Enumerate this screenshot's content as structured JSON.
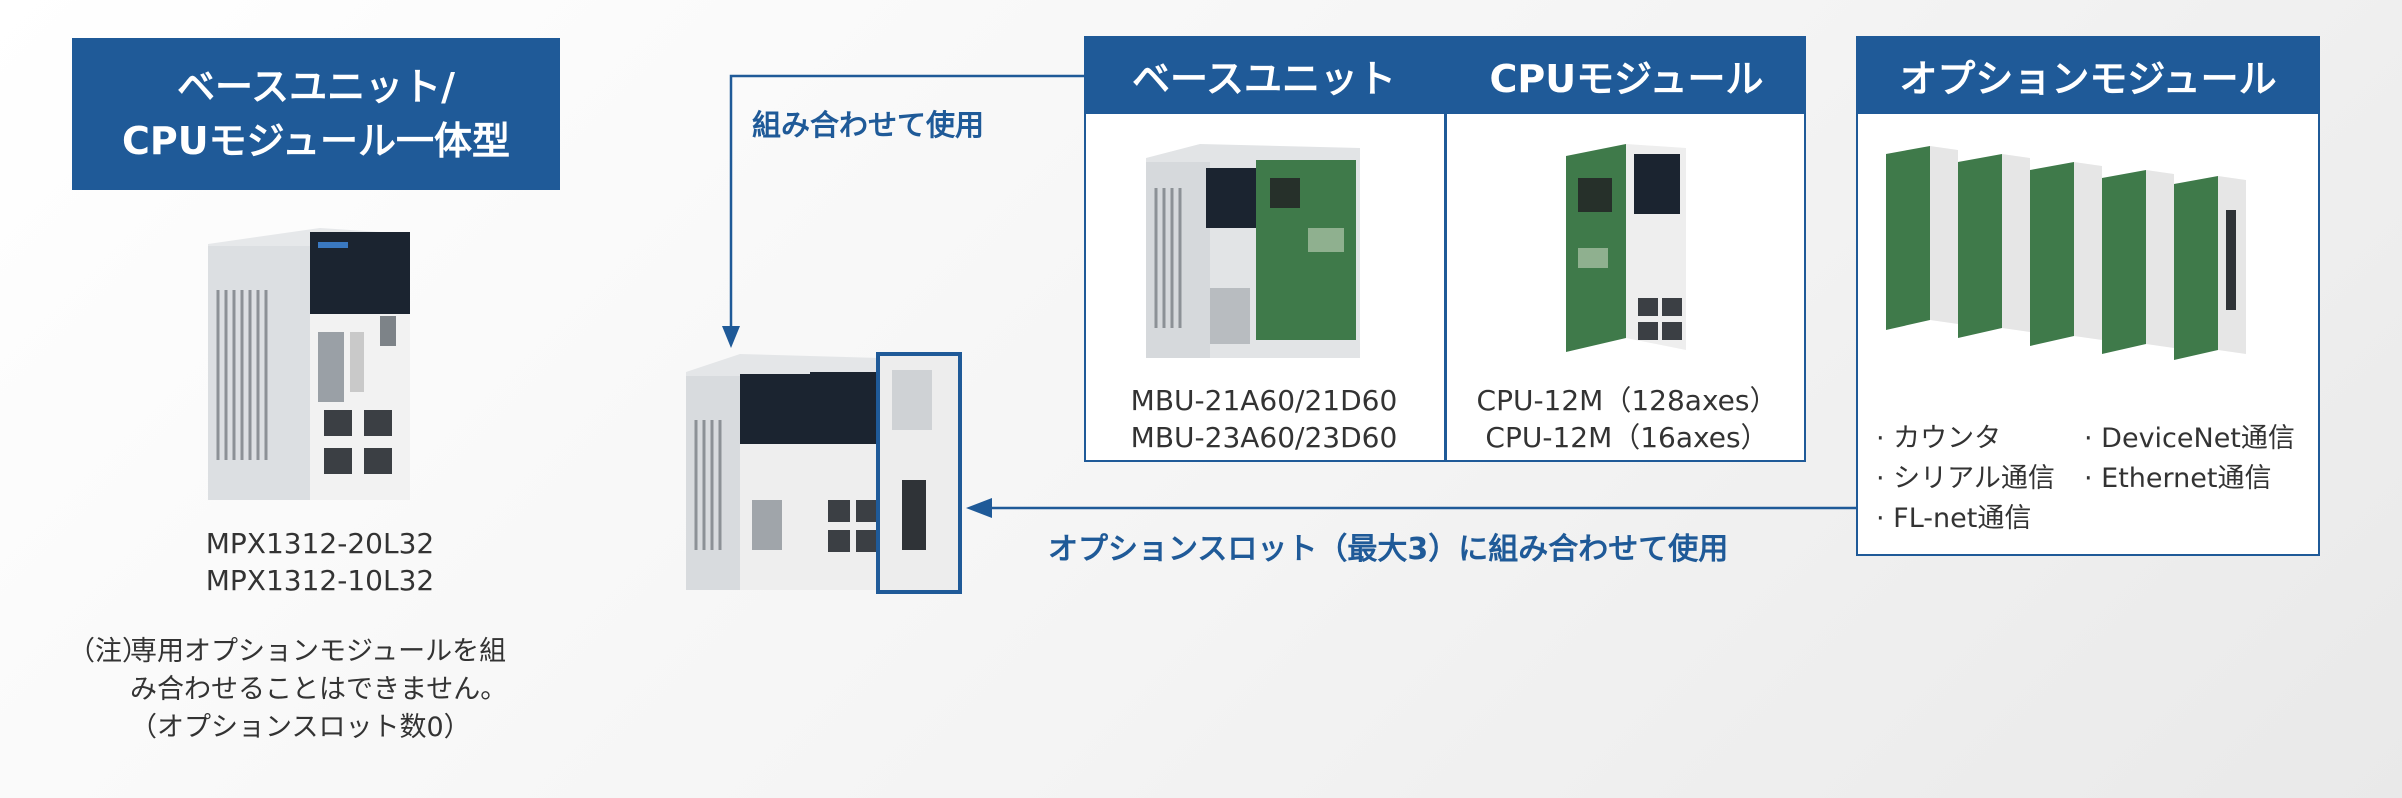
{
  "left": {
    "header_line1": "ベースユニット/",
    "header_line2": "CPUモジュール一体型",
    "models": [
      "MPX1312-20L32",
      "MPX1312-10L32"
    ],
    "note_marker": "（注）",
    "note_line1": "専用オプションモジュールを組",
    "note_line2": "み合わせることはできません。",
    "note_line3": "（オプションスロット数0）"
  },
  "connector_top": "組み合わせて使用",
  "connector_bottom": "オプションスロット（最大3）に組み合わせて使用",
  "base_unit": {
    "header": "ベースユニット",
    "models": [
      "MBU-21A60/21D60",
      "MBU-23A60/23D60"
    ]
  },
  "cpu_module": {
    "header": "CPUモジュール",
    "models": [
      "CPU-12M（128axes）",
      "CPU-12M（16axes）"
    ]
  },
  "option_module": {
    "header": "オプションモジュール",
    "items": [
      "· カウンタ",
      "· DeviceNet通信",
      "· シリアル通信",
      "· Ethernet通信",
      "· FL-net通信"
    ]
  },
  "colors": {
    "brand_blue": "#1f5a98"
  }
}
